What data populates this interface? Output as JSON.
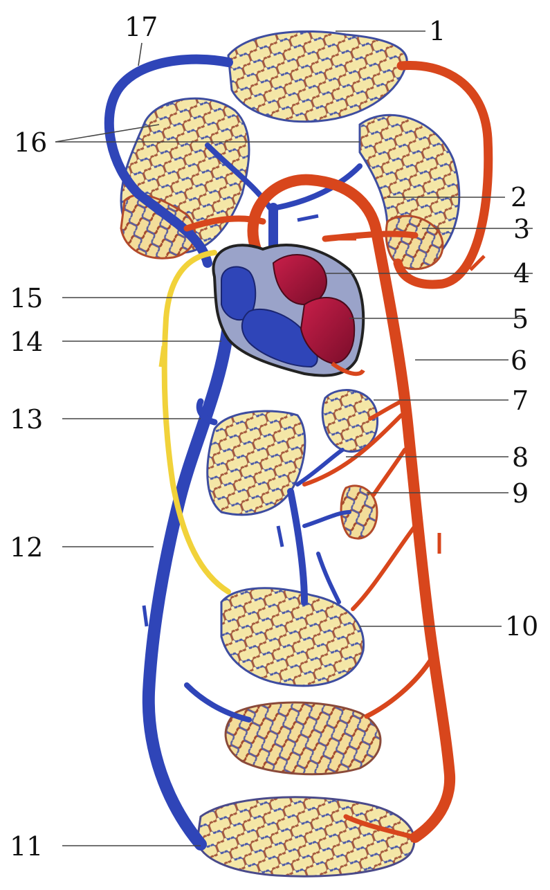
{
  "colors": {
    "vein": "#2f45b8",
    "artery": "#d8461c",
    "capillary_mix": "#8a6a5a",
    "lymph": "#f1d23a",
    "heart_left": "#b3123a",
    "heart_right": "#2f45b8"
  },
  "labels": [
    {
      "id": "1",
      "text": "1"
    },
    {
      "id": "2",
      "text": "2"
    },
    {
      "id": "3",
      "text": "3"
    },
    {
      "id": "4",
      "text": "4"
    },
    {
      "id": "5",
      "text": "5"
    },
    {
      "id": "6",
      "text": "6"
    },
    {
      "id": "7",
      "text": "7"
    },
    {
      "id": "8",
      "text": "8"
    },
    {
      "id": "9",
      "text": "9"
    },
    {
      "id": "10",
      "text": "10"
    },
    {
      "id": "11",
      "text": "11"
    },
    {
      "id": "12",
      "text": "12"
    },
    {
      "id": "13",
      "text": "13"
    },
    {
      "id": "14",
      "text": "14"
    },
    {
      "id": "15",
      "text": "15"
    },
    {
      "id": "16",
      "text": "16"
    },
    {
      "id": "17",
      "text": "17"
    }
  ]
}
